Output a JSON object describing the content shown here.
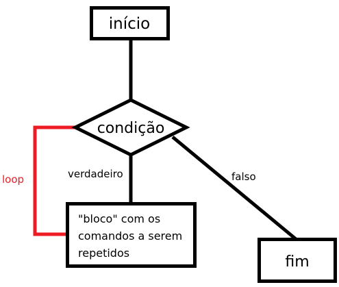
{
  "nodes": {
    "start": {
      "label": "início"
    },
    "condition": {
      "label": "condição"
    },
    "block": {
      "lines": [
        "\"bloco\" com os",
        "comandos a serem",
        "repetidos"
      ]
    },
    "end": {
      "label": "fim"
    }
  },
  "edges": {
    "true_label": "verdadeiro",
    "false_label": "falso",
    "loop_label": "loop"
  },
  "colors": {
    "stroke": "#000000",
    "loop": "#ed1c24",
    "loop_text": "#ed1c24",
    "background": "#ffffff"
  }
}
